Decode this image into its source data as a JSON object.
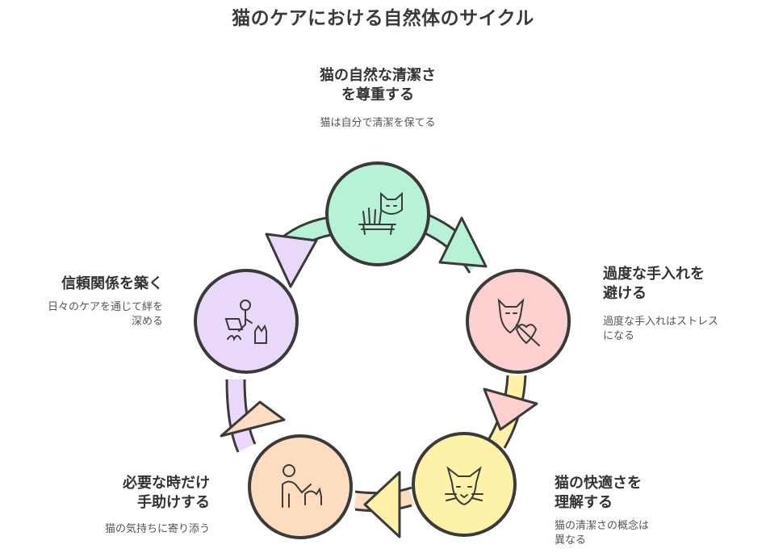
{
  "title": "猫のケアにおける自然体のサイクル",
  "steps": [
    {
      "title_line1": "猫の自然な清潔さ",
      "title_line2": "を尊重する",
      "desc_line1": "猫は自分で清潔を保てる",
      "desc_line2": "",
      "color": "#b7f2d6",
      "icon": "cat-grooming-icon"
    },
    {
      "title_line1": "過度な手入れを",
      "title_line2": "避ける",
      "desc_line1": "過度な手入れはストレス",
      "desc_line2": "になる",
      "color": "#fdd0d0",
      "icon": "cat-heart-crossed-icon"
    },
    {
      "title_line1": "猫の快適さを",
      "title_line2": "理解する",
      "desc_line1": "猫の清潔さの概念は",
      "desc_line2": "異なる",
      "color": "#fdf2a8",
      "icon": "cat-face-icon"
    },
    {
      "title_line1": "必要な時だけ",
      "title_line2": "手助けする",
      "desc_line1": "猫の気持ちに寄り添う",
      "desc_line2": "",
      "color": "#fddcc0",
      "icon": "person-with-dog-icon"
    },
    {
      "title_line1": "信頼関係を築く",
      "title_line2": "",
      "desc_line1": "日々のケアを通じて絆を",
      "desc_line2": "深める",
      "color": "#ead8fb",
      "icon": "person-laptop-cat-icon"
    }
  ],
  "arrow_colors": [
    "#b7f2d6",
    "#fdd0d0",
    "#fdf2a8",
    "#fddcc0",
    "#ead8fb"
  ],
  "outline_color": "#3a3a3a"
}
